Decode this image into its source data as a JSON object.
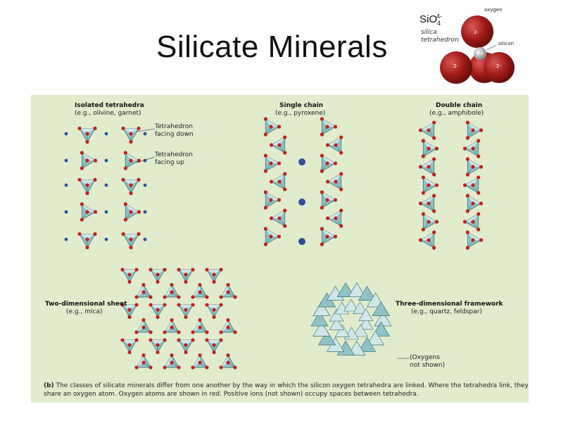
{
  "title": "Silicate Minerals",
  "inset": {
    "formula_base": "SiO",
    "formula_sub": "4",
    "formula_sup": "4-",
    "subtitle_line1": "silica",
    "subtitle_line2": "tetrahedron",
    "label_oxygen": "oxygen",
    "label_silicon": "silicon",
    "charge_oxygen": "2-",
    "charge_silicon": "4+"
  },
  "figure": {
    "sections": [
      {
        "heading": "Isolated tetrahedra",
        "example": "(e.g., olivine, garnet)"
      },
      {
        "heading": "Single chain",
        "example": "(e.g., pyroxene)"
      },
      {
        "heading": "Double chain",
        "example": "(e.g., amphibole)"
      },
      {
        "heading": "Two-dimensional sheet",
        "example": "(e.g., mica)"
      },
      {
        "heading": "Three-dimensional framework",
        "example": "(e.g., quartz, feldspar)"
      }
    ],
    "annotations": {
      "facing_down_1": "Tetrahedron",
      "facing_down_2": "facing down",
      "facing_up_1": "Tetrahedron",
      "facing_up_2": "facing up",
      "oxygens_1": "(Oxygens",
      "oxygens_2": "not shown)"
    },
    "caption_label": "(b)",
    "caption_text": "The classes of silicate minerals differ from one another by the way in which the silicon oxygen tetrahedra are linked. Where the tetrahedra link, they share an oxygen atom. Oxygen atoms are shown in red. Positive ions (not shown) occupy spaces between tetrahedra."
  },
  "colors": {
    "panel_bg": "#e0eccc",
    "tetra_fill": "#8fc3c6",
    "tetra_light": "#cfe7e8",
    "tetra_stroke": "#3e6f73",
    "oxygen": "#c0201f",
    "cation": "#2d4f9b",
    "inset_oxygen": "#a11a18",
    "inset_silicon": "#9a9a9a"
  }
}
